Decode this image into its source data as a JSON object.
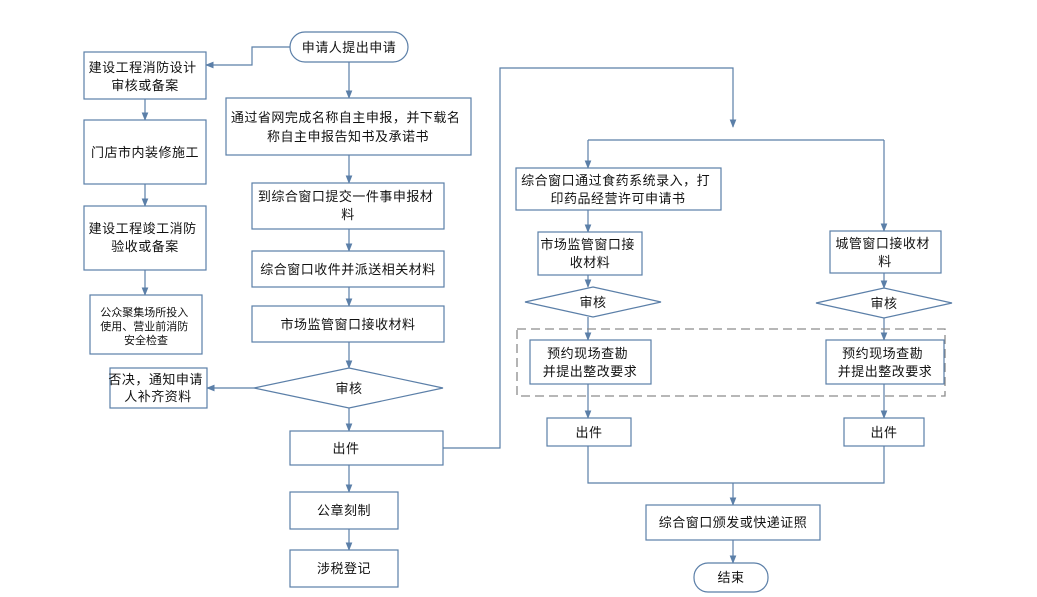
{
  "nodes": {
    "start": [
      "申请人提出申请"
    ],
    "left1": [
      "建设工程消防设计",
      "审核或备案"
    ],
    "left2": [
      "门店市内装修施工"
    ],
    "left3": [
      "建设工程竣工消防",
      "验收或备案"
    ],
    "left4": [
      "公众聚集场所投入",
      "使用、营业前消防",
      "安全检查"
    ],
    "c1": [
      "通过省网完成名称自主申报，并下载名",
      "称自主申报告知书及承诺书"
    ],
    "c2": [
      "到综合窗口提交一件事申报材",
      "料"
    ],
    "c3": [
      "综合窗口收件并派送相关材料"
    ],
    "c4": [
      "市场监管窗口接收材料"
    ],
    "c5": [
      "审核"
    ],
    "reject": [
      "否决，通知申请",
      "人补齐资料"
    ],
    "c6": [
      "出件"
    ],
    "c7": [
      "公章刻制"
    ],
    "c8": [
      "涉税登记"
    ],
    "r1": [
      "综合窗口通过食药系统录入，打",
      "印药品经营许可申请书"
    ],
    "r2": [
      "市场监管窗口接",
      "收材料"
    ],
    "r3": [
      "审核"
    ],
    "r4": [
      "预约现场查勘",
      "并提出整改要求"
    ],
    "r5": [
      "出件"
    ],
    "f1": [
      "城管窗口接收材",
      "料"
    ],
    "f2": [
      "审核"
    ],
    "f3": [
      "预约现场查勘",
      "并提出整改要求"
    ],
    "f4": [
      "出件"
    ],
    "final": [
      "综合窗口颁发或快递证照"
    ],
    "end": [
      "结束"
    ]
  },
  "colors": {
    "stroke": "#5b7fa8",
    "dashed_group": "#8c8c8c",
    "text": "#111111"
  }
}
